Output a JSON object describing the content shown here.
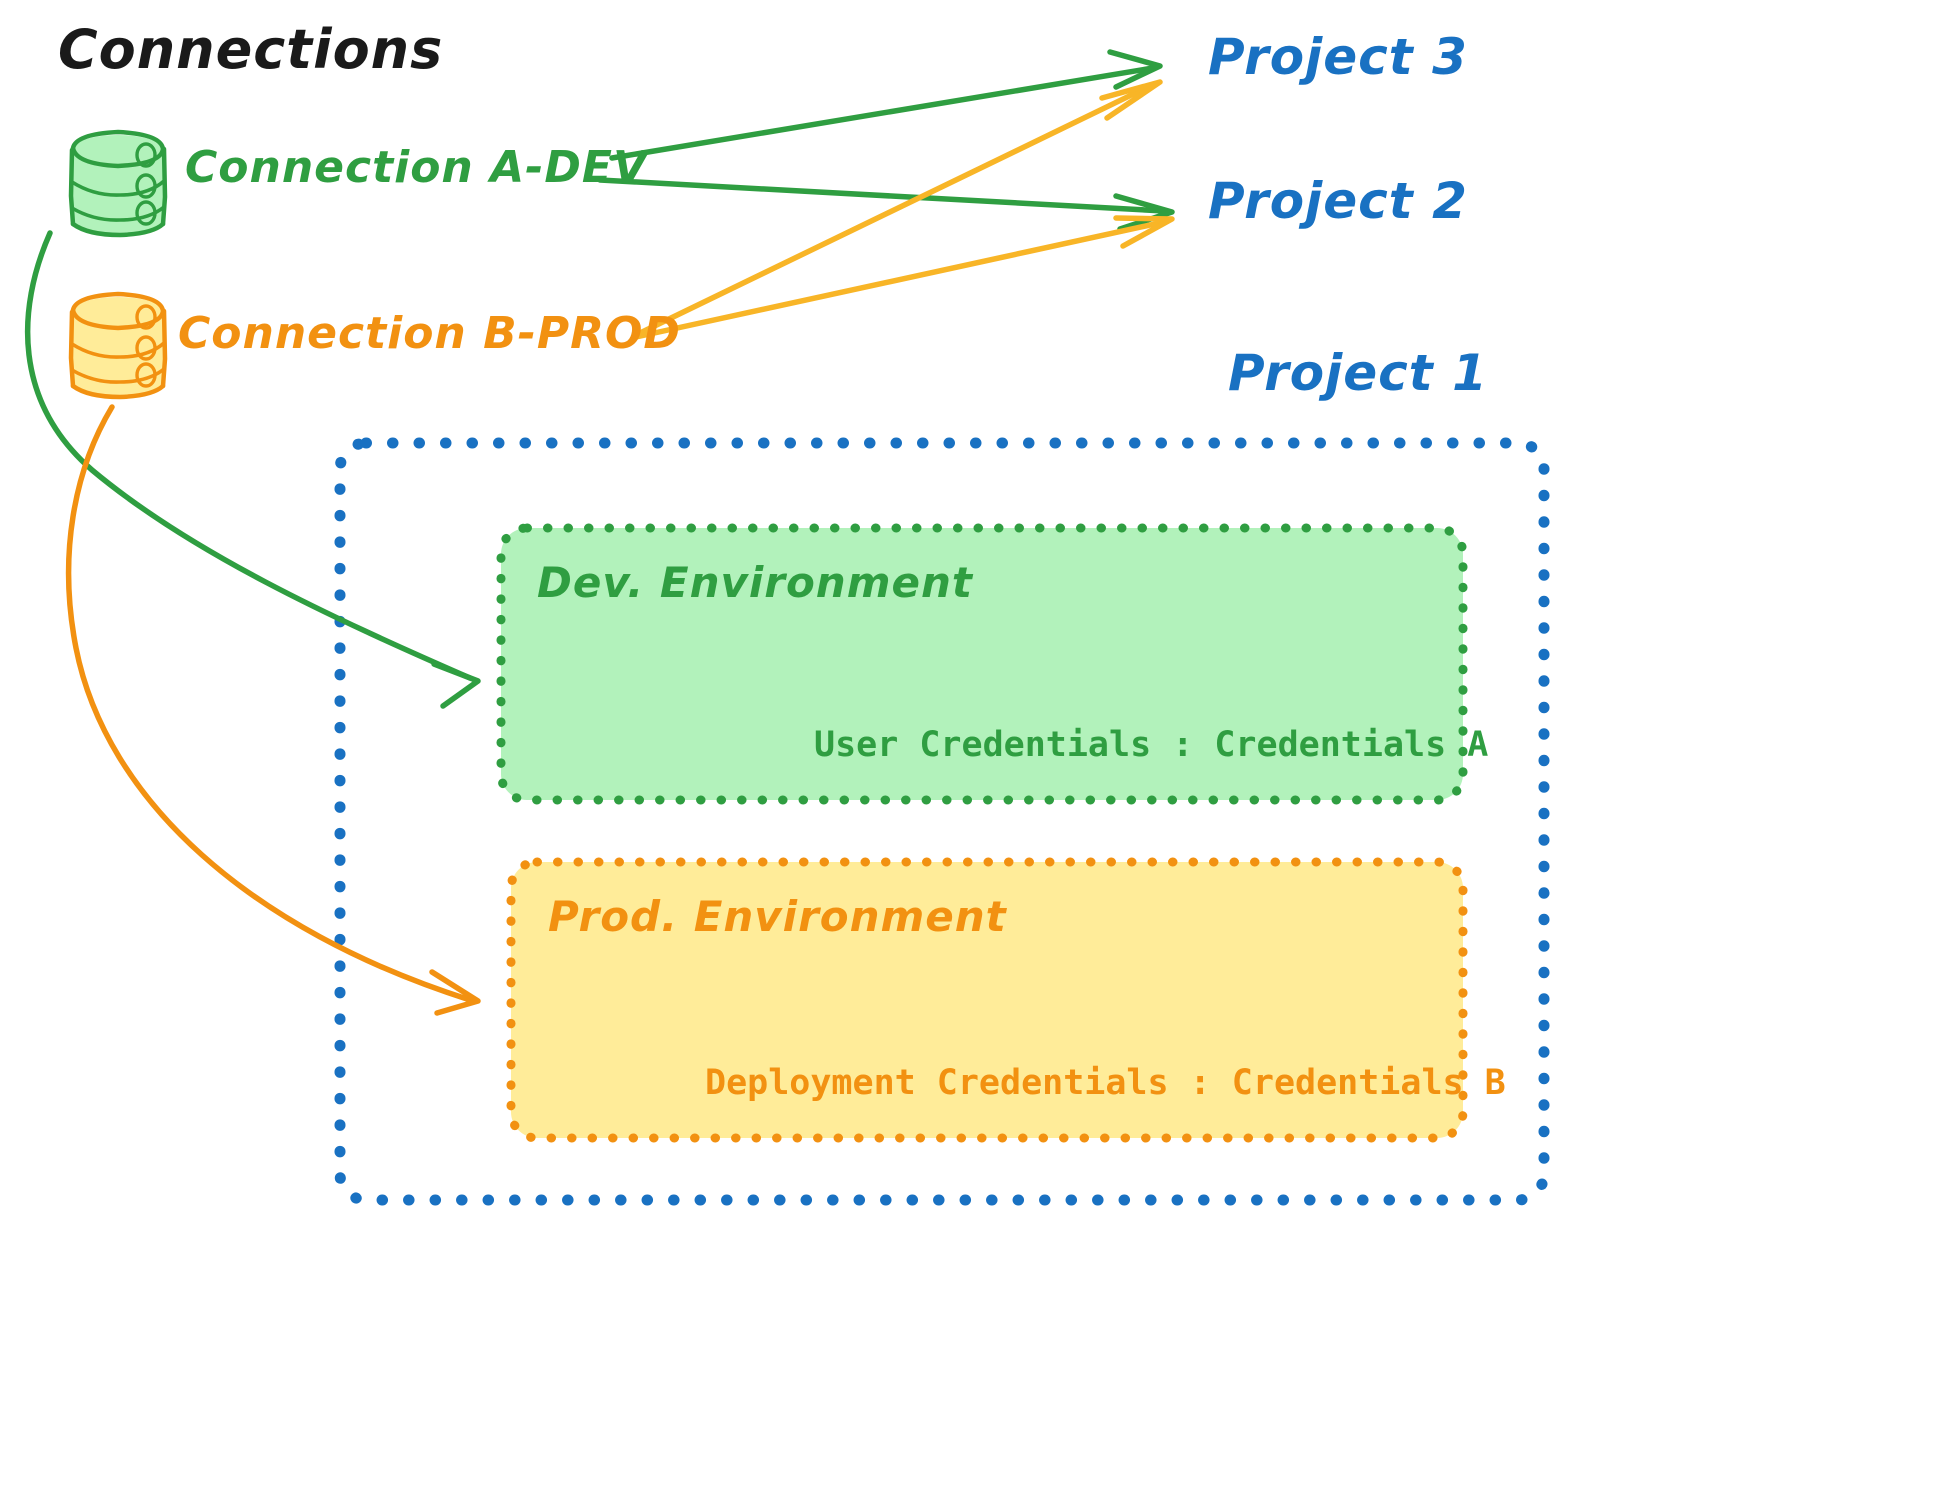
{
  "title": "Connections",
  "colors": {
    "green_stroke": "#2f9e41",
    "green_fill": "#b2f2bb",
    "orange_stroke": "#f29111",
    "orange_fill": "#ffec99",
    "blue": "#1971c2",
    "text_dark": "#1a1a1a",
    "background": "#ffffff"
  },
  "connections": [
    {
      "id": "conn-a",
      "label": "Connection A-DEV",
      "color": "#2f9e41",
      "icon": "database-cylinder-icon"
    },
    {
      "id": "conn-b",
      "label": "Connection B-PROD",
      "color": "#f29111",
      "icon": "database-cylinder-icon"
    }
  ],
  "projects": [
    {
      "id": "project-3",
      "label": "Project 3"
    },
    {
      "id": "project-2",
      "label": "Project 2"
    },
    {
      "id": "project-1",
      "label": "Project 1"
    }
  ],
  "project_1": {
    "label": "Project 1",
    "environments": [
      {
        "id": "dev-environment",
        "label": "Dev. Environment",
        "credentials_label": "User Credentials : Credentials A",
        "color": "#2f9e41",
        "fill": "#b2f2bb"
      },
      {
        "id": "prod-environment",
        "label": "Prod. Environment",
        "credentials_label": "Deployment Credentials : Credentials B",
        "color": "#f29111",
        "fill": "#ffec99"
      }
    ]
  },
  "edges": [
    {
      "id": "edge-a-dev-to-project-3",
      "from": "conn-a",
      "to": "project-3",
      "color": "#2f9e41"
    },
    {
      "id": "edge-a-dev-to-project-2",
      "from": "conn-a",
      "to": "project-2",
      "color": "#2f9e41"
    },
    {
      "id": "edge-a-dev-to-dev-environment",
      "from": "conn-a",
      "to": "dev-environment",
      "color": "#2f9e41"
    },
    {
      "id": "edge-b-prod-to-project-3",
      "from": "conn-b",
      "to": "project-3",
      "color": "#f29111"
    },
    {
      "id": "edge-b-prod-to-project-2",
      "from": "conn-b",
      "to": "project-2",
      "color": "#f29111"
    },
    {
      "id": "edge-b-prod-to-prod-environment",
      "from": "conn-b",
      "to": "prod-environment",
      "color": "#f29111"
    }
  ]
}
